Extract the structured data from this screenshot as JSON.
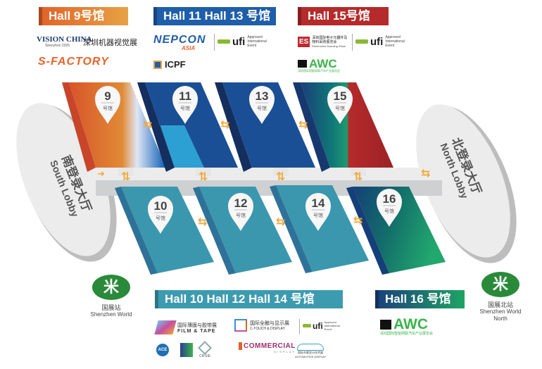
{
  "banners": {
    "hall9": "Hall 9号馆",
    "hall11_13": "Hall 11 Hall 13 号馆",
    "hall15": "Hall 15号馆",
    "hall10_12_14": "Hall 10  Hall 12 Hall 14 号馆",
    "hall16": "Hall 16 号馆"
  },
  "logos": {
    "vision_china": "VISION CHINA",
    "vision_china_sub": "Shenzhen 2025",
    "vision_cn": "深圳机器视觉展",
    "sfactory": "S-FACTORY",
    "nepcon": "NEPCON",
    "nepcon_asia": "ASIA",
    "ufi": "ufi",
    "ufi_sub": "Approved International Event",
    "icpf": "ICPF",
    "es": "ES",
    "es_cn": "深圳国际电子元器件及物料采购展览会",
    "es_en": "Electronics Sourcing Show",
    "awc": "AWC",
    "awc_cn": "深圳国际智能网联汽车产业展览会",
    "film_cn": "国际薄膜与胶带展",
    "film_en": "FILM & TAPE",
    "ctouch_cn": "国际全触与显示展",
    "ctouch_en": "C-TOUCH & DISPLAY",
    "ace": "ACE",
    "cifsie": "CIFSIE",
    "commercial": "COMMERCIAL",
    "commercial_sub": "DISPLAY",
    "auto_cn": "国际车载显示技术展",
    "auto_en": "AUTOMOTIVE DISPLAY"
  },
  "halls": {
    "suffix": "号馆",
    "top": [
      "9",
      "11",
      "13",
      "15"
    ],
    "bottom": [
      "10",
      "12",
      "14",
      "16"
    ]
  },
  "lobbies": {
    "south_cn": "南登录大厅",
    "south_en": "South Lobby",
    "north_cn": "北登录大厅",
    "north_en": "North Lobby"
  },
  "stations": {
    "south_cn": "国展站",
    "south_en": "Shenzhen World",
    "north_cn": "国展北站",
    "north_en": "Shenzhen World North"
  },
  "colors": {
    "orange": "#e07a2a",
    "blue": "#1a4f96",
    "red": "#b52a2a",
    "teal": "#3b97ae",
    "green": "#1fa463",
    "mtr_green": "#2a8a3a",
    "arrow": "#f2a93b"
  }
}
